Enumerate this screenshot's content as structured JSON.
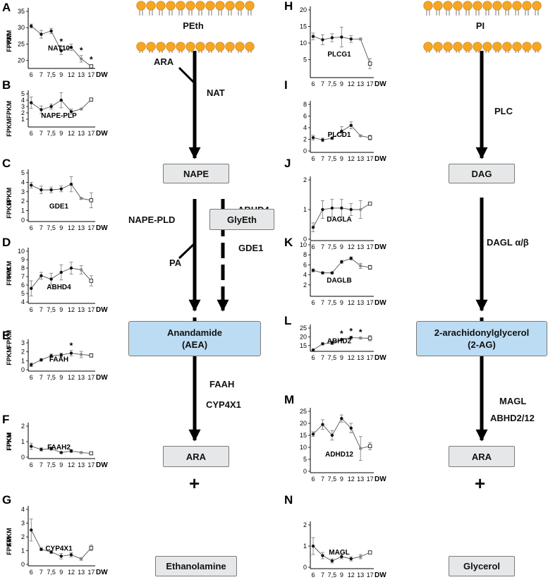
{
  "aea_pathway": {
    "membrane_lipid": "PEth",
    "label_ara_in": "ARA",
    "enzyme_nat": "NAT",
    "nape": "NAPE",
    "enzyme_abhd4": "ABHD4",
    "glyeth": "GlyEth",
    "enzyme_nape_pld": "NAPE-PLD",
    "enzyme_gde1": "GDE1",
    "label_pa": "PA",
    "aea_line1": "Anandamide",
    "aea_line2": "(AEA)",
    "enzyme_faah": "FAAH",
    "enzyme_cyp4x1": "CYP4X1",
    "product_ara": "ARA",
    "plus": "+",
    "product_ethanolamine": "Ethanolamine"
  },
  "ag_pathway": {
    "membrane_lipid": "PI",
    "enzyme_plc": "PLC",
    "dag": "DAG",
    "enzyme_dagl": "DAGL α/β",
    "ag_line1": "2-arachidonylglycerol",
    "ag_line2": "(2-AG)",
    "enzyme_magl": "MAGL",
    "enzyme_abhd": "ABHD2/12",
    "product_ara": "ARA",
    "plus": "+",
    "product_glycerol": "Glycerol"
  },
  "colors": {
    "bead": "#f6a623",
    "bead_stroke": "#c97d12",
    "gray_box": "#e6e7e8",
    "blue_box": "#bcdcf3"
  },
  "common": {
    "y_axis_label": "FPKM",
    "x_unit": "DW",
    "x_ticks": [
      "6",
      "7",
      "7,5",
      "9",
      "12",
      "13",
      "17"
    ]
  },
  "chart_data": [
    {
      "panel": "A",
      "gene": "NAT10",
      "type": "line",
      "x": [
        "6",
        "7",
        "7,5",
        "9",
        "12",
        "13",
        "17"
      ],
      "values": [
        30.5,
        28,
        29,
        23,
        24,
        20.5,
        18.2
      ],
      "errors": [
        0.6,
        1.2,
        0.8,
        1.2,
        1,
        1,
        0.5
      ],
      "ylim": [
        18,
        35
      ],
      "yticks": [
        20,
        25,
        30,
        35
      ],
      "significant": [
        false,
        false,
        false,
        true,
        false,
        true,
        true
      ]
    },
    {
      "panel": "B",
      "gene": "NAPE-PLP",
      "type": "line",
      "x": [
        "6",
        "7",
        "7,5",
        "9",
        "12",
        "13",
        "17"
      ],
      "values": [
        3.6,
        2.5,
        3,
        4,
        2.2,
        2.6,
        4.1
      ],
      "errors": [
        0.9,
        0.6,
        0.4,
        1.2,
        0.4,
        0.1,
        0.2
      ],
      "ylim": [
        0,
        5
      ],
      "yticks": [
        1,
        2,
        3,
        4,
        5
      ],
      "significant": [
        false,
        false,
        false,
        false,
        false,
        false,
        false
      ]
    },
    {
      "panel": "C",
      "gene": "GDE1",
      "type": "line",
      "x": [
        "6",
        "7",
        "7,5",
        "9",
        "12",
        "13",
        "17"
      ],
      "values": [
        3.7,
        3.2,
        3.2,
        3.3,
        3.8,
        2.3,
        2.1
      ],
      "errors": [
        0.3,
        0.4,
        0.3,
        0.3,
        0.8,
        0.1,
        0.8
      ],
      "ylim": [
        0,
        5
      ],
      "yticks": [
        0,
        1,
        2,
        3,
        4,
        5
      ],
      "significant": [
        false,
        false,
        false,
        false,
        false,
        false,
        false
      ]
    },
    {
      "panel": "D",
      "gene": "ABHD4",
      "type": "line",
      "x": [
        "6",
        "7",
        "7,5",
        "9",
        "12",
        "13",
        "17"
      ],
      "values": [
        5.6,
        7.1,
        6.7,
        7.5,
        8,
        7.8,
        6.5
      ],
      "errors": [
        0.9,
        0.4,
        0.7,
        0.9,
        0.7,
        0.5,
        0.6
      ],
      "ylim": [
        4,
        10
      ],
      "yticks": [
        4,
        5,
        6,
        7,
        8,
        9,
        10
      ],
      "significant": [
        false,
        false,
        false,
        false,
        false,
        false,
        false
      ]
    },
    {
      "panel": "E",
      "gene": "FAAH",
      "type": "line",
      "x": [
        "6",
        "7",
        "7,5",
        "9",
        "12",
        "13",
        "17"
      ],
      "values": [
        0.55,
        1.1,
        1.55,
        1.65,
        1.85,
        1.7,
        1.6
      ],
      "errors": [
        0.2,
        0.15,
        0.2,
        0.2,
        0.3,
        0.35,
        0.2
      ],
      "ylim": [
        0,
        3
      ],
      "yticks": [
        0,
        1,
        2,
        3
      ],
      "significant": [
        false,
        false,
        false,
        false,
        true,
        false,
        false
      ]
    },
    {
      "panel": "F",
      "gene": "FAAH2",
      "type": "line",
      "x": [
        "6",
        "7",
        "7,5",
        "9",
        "12",
        "13",
        "17"
      ],
      "values": [
        0.7,
        0.5,
        0.55,
        0.3,
        0.4,
        0.3,
        0.25
      ],
      "errors": [
        0.2,
        0.1,
        0.1,
        0.05,
        0.1,
        0.05,
        0.05
      ],
      "ylim": [
        0,
        2
      ],
      "yticks": [
        0,
        1,
        2
      ],
      "significant": [
        false,
        false,
        false,
        false,
        false,
        false,
        false
      ]
    },
    {
      "panel": "G",
      "gene": "CYP4X1",
      "type": "line",
      "x": [
        "6",
        "7",
        "7,5",
        "9",
        "12",
        "13",
        "17"
      ],
      "values": [
        2.5,
        1.1,
        0.9,
        0.6,
        0.7,
        0.4,
        1.2
      ],
      "errors": [
        0.8,
        0.1,
        0.1,
        0.2,
        0.15,
        0.1,
        0.2
      ],
      "ylim": [
        0,
        4
      ],
      "yticks": [
        0,
        1,
        2,
        3,
        4
      ],
      "significant": [
        false,
        false,
        false,
        false,
        false,
        false,
        false
      ]
    },
    {
      "panel": "H",
      "gene": "PLCG1",
      "type": "line",
      "x": [
        "6",
        "7",
        "7,5",
        "9",
        "12",
        "13",
        "17"
      ],
      "values": [
        12,
        11,
        11.6,
        11.8,
        11.2,
        11.2,
        3.8
      ],
      "errors": [
        1,
        1.5,
        1.2,
        3,
        1,
        0.3,
        1.5
      ],
      "ylim": [
        0,
        20
      ],
      "yticks": [
        5,
        10,
        15,
        20
      ],
      "significant": [
        false,
        false,
        false,
        false,
        false,
        false,
        false
      ]
    },
    {
      "panel": "I",
      "gene": "PLCD1",
      "type": "line",
      "x": [
        "6",
        "7",
        "7,5",
        "9",
        "12",
        "13",
        "17"
      ],
      "values": [
        2.3,
        1.9,
        2.2,
        3.4,
        4.4,
        2.6,
        2.3
      ],
      "errors": [
        0.4,
        0.3,
        0.2,
        0.8,
        0.6,
        0.1,
        0.4
      ],
      "ylim": [
        0,
        8
      ],
      "yticks": [
        0,
        2,
        4,
        6,
        8
      ],
      "significant": [
        false,
        false,
        false,
        false,
        false,
        false,
        false
      ]
    },
    {
      "panel": "J",
      "gene": "DAGLA",
      "type": "line",
      "x": [
        "6",
        "7",
        "7,5",
        "9",
        "12",
        "13",
        "17"
      ],
      "values": [
        0.4,
        1,
        1.05,
        1.05,
        1,
        1,
        1.2
      ],
      "errors": [
        0.15,
        0.3,
        0.3,
        0.3,
        0.2,
        0.3,
        0.05
      ],
      "ylim": [
        0,
        2
      ],
      "yticks": [
        0,
        1,
        2
      ],
      "significant": [
        false,
        false,
        false,
        false,
        false,
        false,
        false
      ]
    },
    {
      "panel": "K",
      "gene": "DAGLB",
      "type": "line",
      "x": [
        "6",
        "7",
        "7,5",
        "9",
        "12",
        "13",
        "17"
      ],
      "values": [
        4.9,
        4.4,
        4.4,
        6.6,
        7.3,
        5.8,
        5.5
      ],
      "errors": [
        0.3,
        0.2,
        0.2,
        0.3,
        0.3,
        0.5,
        0.4
      ],
      "ylim": [
        0,
        10
      ],
      "yticks": [
        2,
        4,
        6,
        8,
        10
      ],
      "significant": [
        false,
        false,
        false,
        false,
        false,
        false,
        false
      ]
    },
    {
      "panel": "L",
      "gene": "ABHD2",
      "type": "line",
      "x": [
        "6",
        "7",
        "7,5",
        "9",
        "12",
        "13",
        "17"
      ],
      "values": [
        12.5,
        16,
        16.5,
        18.5,
        19.6,
        19.3,
        19.2
      ],
      "errors": [
        0.1,
        0.6,
        1,
        0.4,
        0.7,
        0.5,
        1.5
      ],
      "ylim": [
        12.5,
        25
      ],
      "yticks": [
        15,
        20,
        25
      ],
      "significant": [
        false,
        false,
        false,
        true,
        true,
        true,
        false
      ]
    },
    {
      "panel": "M",
      "gene": "ADHD12",
      "type": "line",
      "x": [
        "6",
        "7",
        "7,5",
        "9",
        "12",
        "13",
        "17"
      ],
      "values": [
        15.5,
        19.5,
        15,
        22,
        18,
        9.5,
        10.5
      ],
      "errors": [
        1,
        2,
        2,
        1.5,
        2,
        5,
        1.5
      ],
      "ylim": [
        0,
        25
      ],
      "yticks": [
        0,
        5,
        10,
        15,
        20,
        25
      ],
      "significant": [
        false,
        false,
        false,
        false,
        false,
        false,
        false
      ]
    },
    {
      "panel": "N",
      "gene": "MAGL",
      "type": "line",
      "x": [
        "6",
        "7",
        "7,5",
        "9",
        "12",
        "13",
        "17"
      ],
      "values": [
        1,
        0.55,
        0.3,
        0.5,
        0.4,
        0.5,
        0.7
      ],
      "errors": [
        0.4,
        0.15,
        0.1,
        0.1,
        0.1,
        0.1,
        0.05
      ],
      "ylim": [
        0,
        2
      ],
      "yticks": [
        0,
        1,
        2
      ],
      "significant": [
        false,
        false,
        false,
        false,
        false,
        false,
        false
      ]
    }
  ]
}
